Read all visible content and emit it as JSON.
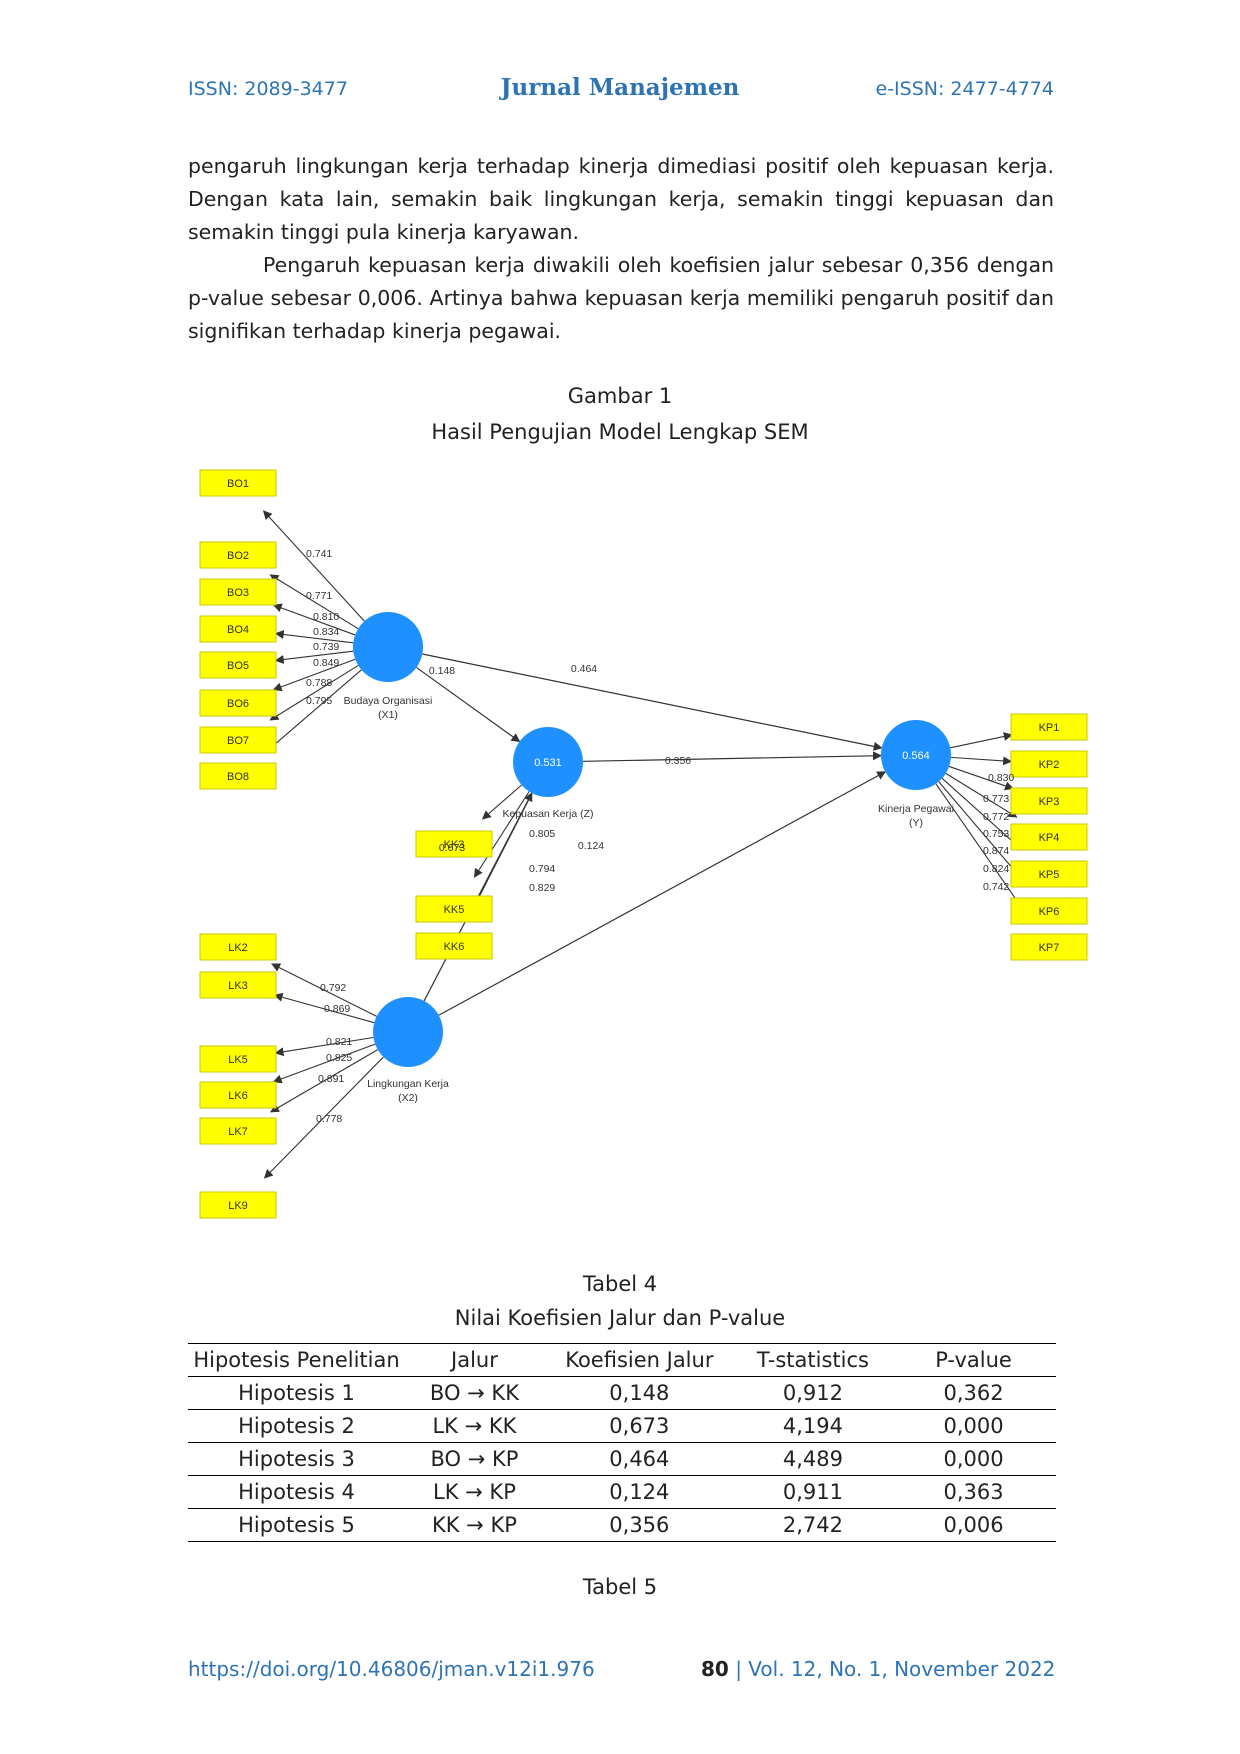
{
  "header": {
    "issn": "ISSN: 2089-3477",
    "journal": "Jurnal Manajemen",
    "eissn": "e-ISSN: 2477-4774"
  },
  "body": {
    "paragraph1": "pengaruh lingkungan kerja terhadap kinerja dimediasi positif oleh kepuasan kerja. Dengan kata lain, semakin baik lingkungan kerja, semakin tinggi kepuasan dan semakin tinggi pula kinerja karyawan.",
    "paragraph2": "Pengaruh kepuasan kerja diwakili oleh koefisien jalur sebesar 0,356 dengan p-value sebesar 0,006. Artinya bahwa kepuasan kerja memiliki pengaruh positif dan signifikan terhadap kinerja pegawai."
  },
  "figure": {
    "label": "Gambar 1",
    "title": "Hasil Pengujian Model Lengkap SEM",
    "colors": {
      "node": "#1e90ff",
      "indicator": "#ffff00",
      "indicator_border": "#c8c800",
      "line": "#333333"
    },
    "constructs": [
      {
        "id": "BO",
        "name": "Budaya Organisasi",
        "code": "(X1)",
        "r2": ""
      },
      {
        "id": "KK",
        "name": "Kepuasan Kerja (Z)",
        "code": "",
        "r2": "0.531"
      },
      {
        "id": "KP",
        "name": "Kinerja Pegawai",
        "code": "(Y)",
        "r2": "0.564"
      },
      {
        "id": "LK",
        "name": "Lingkungan Kerja",
        "code": "(X2)",
        "r2": ""
      }
    ],
    "indicators": {
      "BO": [
        {
          "label": "BO1",
          "loading": "0.741"
        },
        {
          "label": "BO2",
          "loading": "0.771"
        },
        {
          "label": "BO3",
          "loading": "0.810"
        },
        {
          "label": "BO4",
          "loading": "0.834"
        },
        {
          "label": "BO5",
          "loading": "0.739"
        },
        {
          "label": "BO6",
          "loading": "0.849"
        },
        {
          "label": "BO7",
          "loading": "0.788"
        },
        {
          "label": "BO8",
          "loading": "0.795"
        }
      ],
      "KK": [
        {
          "label": "KK3",
          "loading": "0.805"
        },
        {
          "label": "KK5",
          "loading": "0.794"
        },
        {
          "label": "KK6",
          "loading": "0.829"
        }
      ],
      "KP": [
        {
          "label": "KP1",
          "loading": "0.830"
        },
        {
          "label": "KP2",
          "loading": "0.773"
        },
        {
          "label": "KP3",
          "loading": "0.772"
        },
        {
          "label": "KP4",
          "loading": "0.753"
        },
        {
          "label": "KP5",
          "loading": "0.874"
        },
        {
          "label": "KP6",
          "loading": "0.824"
        },
        {
          "label": "KP7",
          "loading": "0.742"
        }
      ],
      "LK": [
        {
          "label": "LK2",
          "loading": "0.792"
        },
        {
          "label": "LK3",
          "loading": "0.869"
        },
        {
          "label": "LK5",
          "loading": "0.821"
        },
        {
          "label": "LK6",
          "loading": "0.825"
        },
        {
          "label": "LK7",
          "loading": "0.891"
        },
        {
          "label": "LK9",
          "loading": "0.778"
        }
      ]
    },
    "paths": [
      {
        "from": "BO",
        "to": "KK",
        "coef": "0.148"
      },
      {
        "from": "BO",
        "to": "KP",
        "coef": "0.464"
      },
      {
        "from": "KK",
        "to": "KP",
        "coef": "0.356"
      },
      {
        "from": "LK",
        "to": "KK",
        "coef": "0.673"
      },
      {
        "from": "LK",
        "to": "KP",
        "coef": "0.124"
      }
    ]
  },
  "table": {
    "label": "Tabel 4",
    "title": "Nilai Koefisien Jalur dan P-value",
    "headers": [
      "Hipotesis Penelitian",
      "Jalur",
      "Koefisien Jalur",
      "T-statistics",
      "P-value"
    ],
    "rows": [
      [
        "Hipotesis 1",
        "BO → KK",
        "0,148",
        "0,912",
        "0,362"
      ],
      [
        "Hipotesis 2",
        "LK → KK",
        "0,673",
        "4,194",
        "0,000"
      ],
      [
        "Hipotesis 3",
        "BO → KP",
        "0,464",
        "4,489",
        "0,000"
      ],
      [
        "Hipotesis 4",
        "LK → KP",
        "0,124",
        "0,911",
        "0,363"
      ],
      [
        "Hipotesis 5",
        "KK → KP",
        "0,356",
        "2,742",
        "0,006"
      ]
    ]
  },
  "next_table_label": "Tabel 5",
  "footer": {
    "doi": "https://doi.org/10.46806/jman.v12i1.976",
    "page": "80",
    "volume": " | Vol. 12, No. 1, November 2022"
  }
}
